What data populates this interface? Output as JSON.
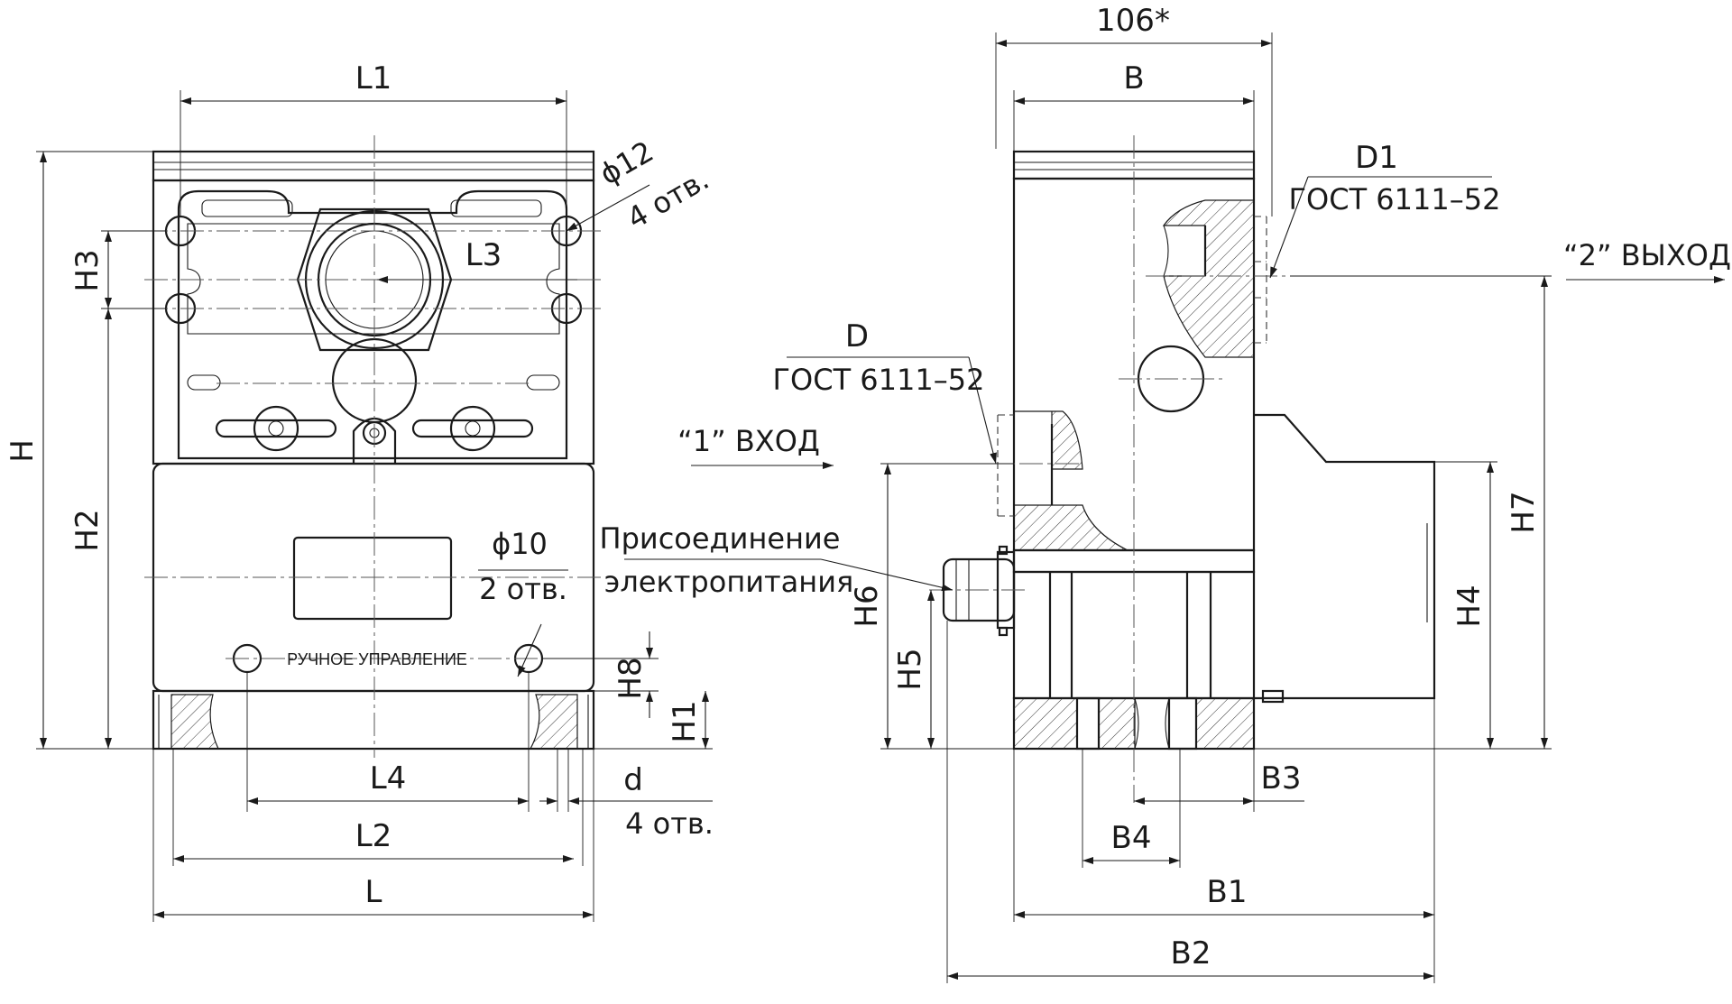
{
  "labels": {
    "L1": "L1",
    "L2": "L2",
    "L3": "L3",
    "L4": "L4",
    "L": "L",
    "H": "H",
    "H1": "H1",
    "H2": "H2",
    "H3": "H3",
    "H4": "H4",
    "H5": "H5",
    "H6": "H6",
    "H7": "H7",
    "H8": "H8",
    "B": "B",
    "B1": "B1",
    "B2": "B2",
    "B3": "B3",
    "B4": "B4",
    "d": "d",
    "dim_106": "106*"
  },
  "notes": {
    "phi12": "ϕ12",
    "holes_4": "4 отв.",
    "phi10": "ϕ10",
    "holes_2": "2 отв.",
    "d_holes_4": "4 отв.",
    "manual_control": "РУЧНОЕ УПРАВЛЕНИЕ",
    "d1": "D1",
    "gost_d1": "ГОСТ 6111–52",
    "d": "D",
    "gost_d": "ГОСТ 6111–52",
    "inlet": "“1” ВХОД",
    "outlet": "“2” ВЫХОД",
    "power_line1": "Присоединение",
    "power_line2": "электропитания"
  }
}
